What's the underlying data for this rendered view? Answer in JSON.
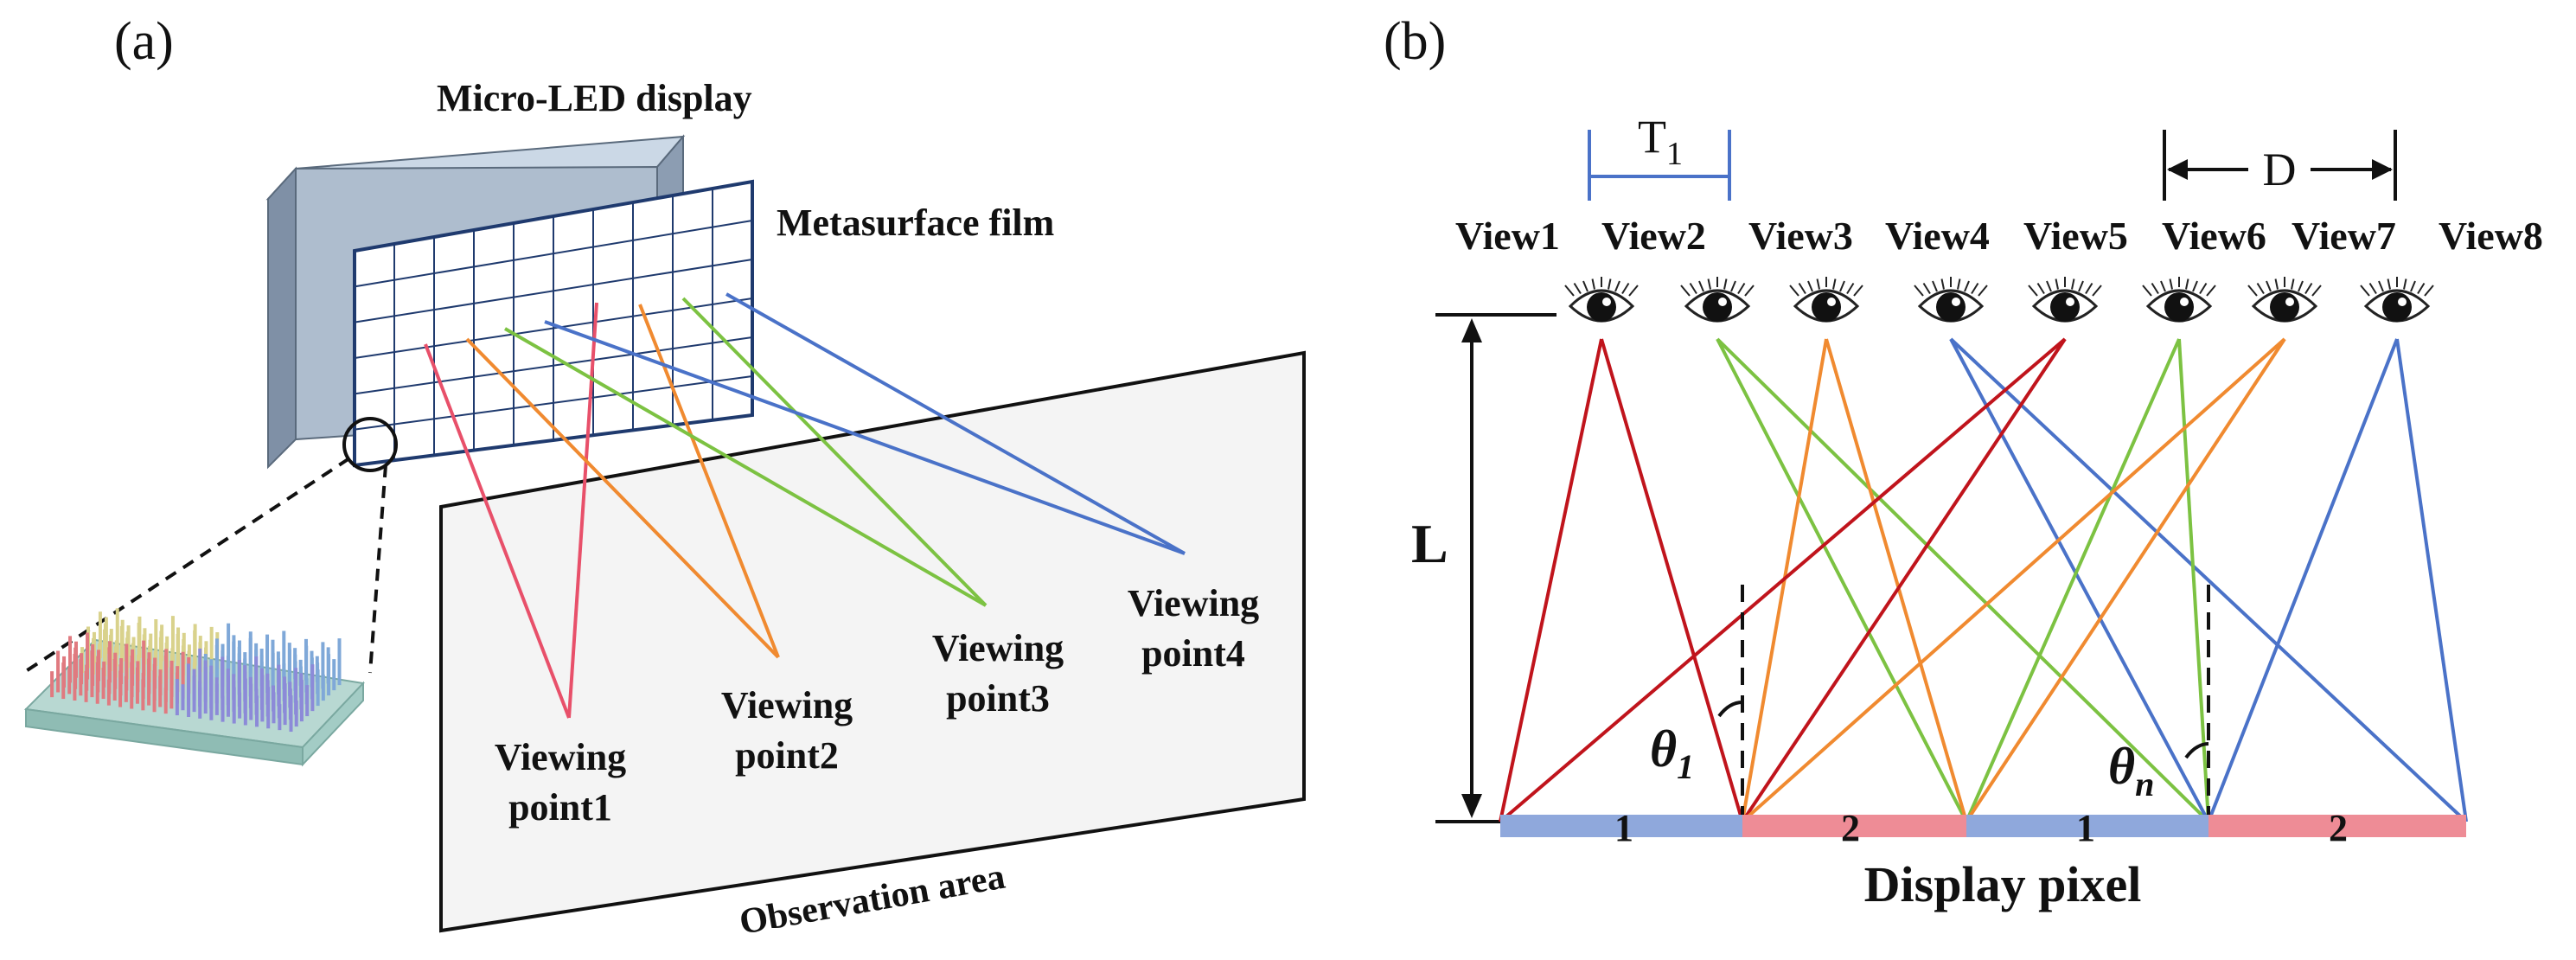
{
  "panel_a": {
    "label": "(a)",
    "display_label": "Micro-LED display",
    "film_label": "Metasurface film",
    "area_label": "Observation area",
    "viewing_points": [
      {
        "line1": "Viewing",
        "line2": "point1"
      },
      {
        "line1": "Viewing",
        "line2": "point2"
      },
      {
        "line1": "Viewing",
        "line2": "point3"
      },
      {
        "line1": "Viewing",
        "line2": "point4"
      }
    ]
  },
  "panel_b": {
    "label": "(b)",
    "t_label": "T",
    "t_sub": "1",
    "d_label": "D",
    "l_label": "L",
    "theta_1": "θ",
    "theta_1_sub": "1",
    "theta_n": "θ",
    "theta_n_sub": "n",
    "views": [
      "View1",
      "View2",
      "View3",
      "View4",
      "View5",
      "View6",
      "View7",
      "View8"
    ],
    "pixels": [
      "1",
      "2",
      "1",
      "2"
    ],
    "pixel_label": "Display pixel"
  },
  "colors": {
    "red": "#c0141c",
    "pink": "#e8506a",
    "orange": "#f08a30",
    "green": "#7cc242",
    "blue": "#4a72c8",
    "pixel_blue": "#8fa8dc",
    "pixel_pink": "#ee8c96",
    "navy": "#1f3a6e"
  }
}
